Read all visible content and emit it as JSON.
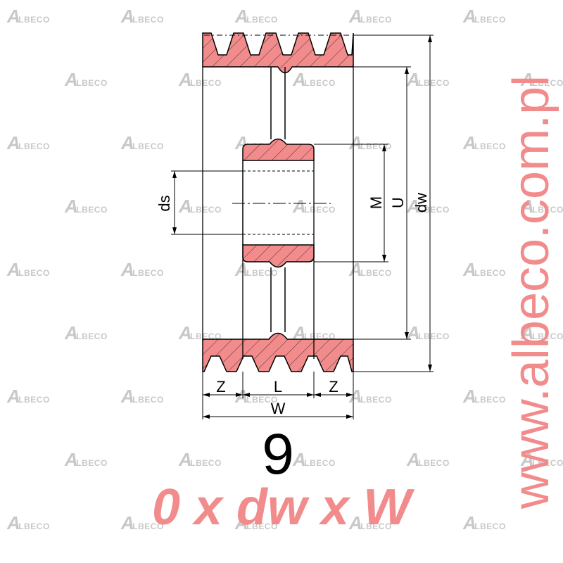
{
  "watermark": {
    "text": "ALBECO",
    "initial": "A",
    "rest": "LBECO"
  },
  "dimensions": {
    "ds": "ds",
    "m": "M",
    "u": "U",
    "dw": "dw",
    "z_left": "Z",
    "l": "L",
    "z_right": "Z",
    "w": "W"
  },
  "model_number": "9",
  "formula": "0 x dw x W",
  "site_url": "www.albeco.com.pl",
  "colors": {
    "section_fill": "#f28c8c",
    "accent_text": "#f28c8c",
    "outline": "#000000",
    "watermark": "#c8c8c8"
  }
}
